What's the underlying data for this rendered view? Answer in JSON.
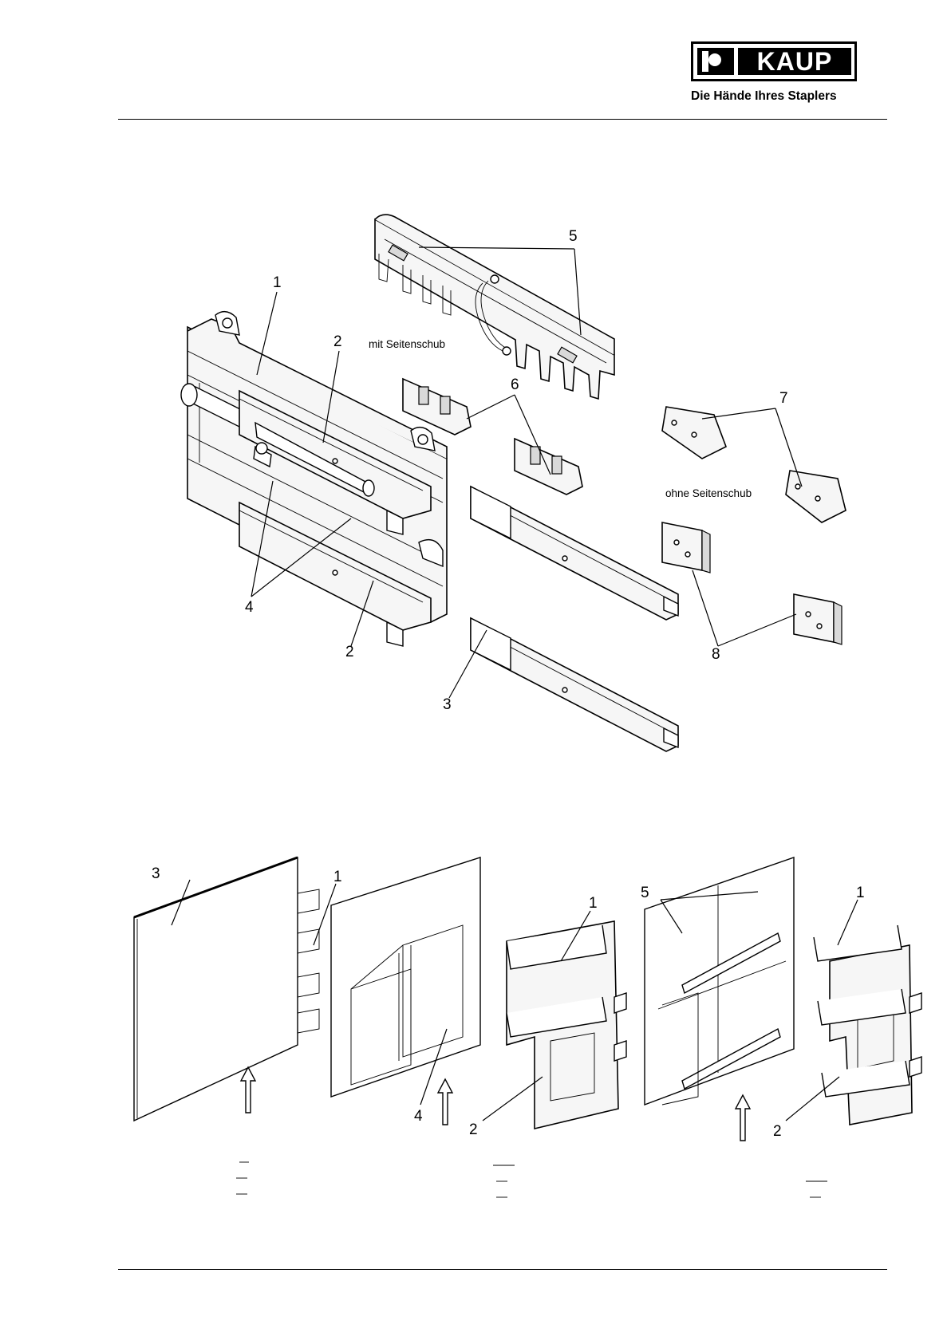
{
  "header": {
    "brand": "KAUP",
    "slogan": "Die Hände Ihres Staplers"
  },
  "figure_top": {
    "labels": {
      "l1": "1",
      "l2a": "2",
      "l2b": "2",
      "l3": "3",
      "l4": "4",
      "l5": "5",
      "l6": "6",
      "l7": "7",
      "l8": "8"
    },
    "note_with_sideshift": "mit Seitenschub",
    "note_without_sideshift": "ohne Seitenschub"
  },
  "figure_bottom": {
    "labels": {
      "a3": "3",
      "a1": "1",
      "b4": "4",
      "c1": "1",
      "c2": "2",
      "d5": "5",
      "e1": "1",
      "e2": "2"
    }
  },
  "colors": {
    "line": "#000000",
    "background": "#ffffff"
  }
}
